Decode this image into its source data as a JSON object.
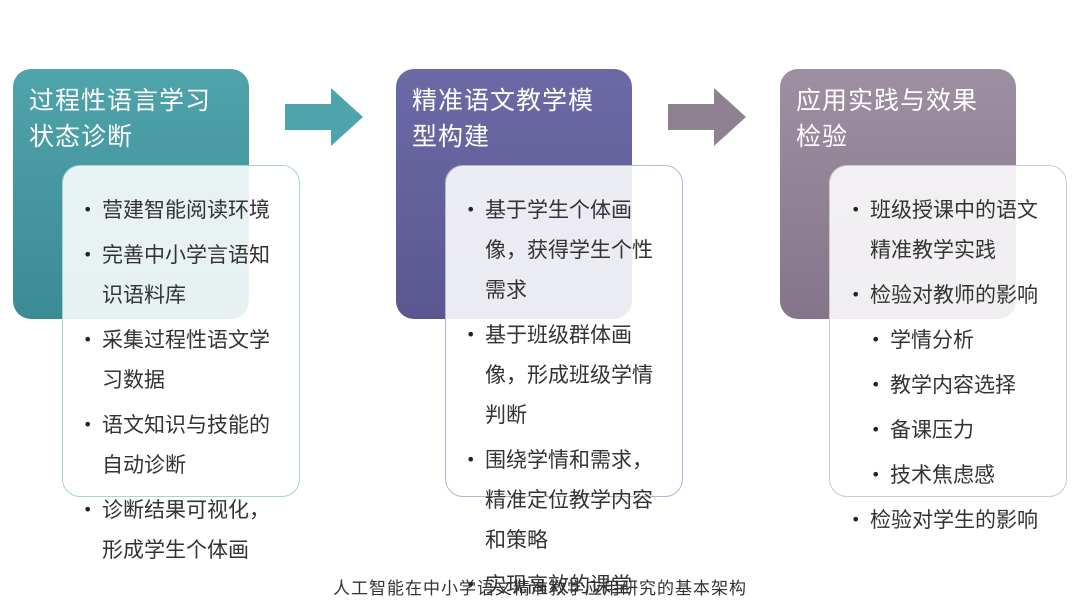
{
  "columns": [
    {
      "title": "过程性语言学习状态诊断",
      "items": [
        {
          "text": "营建智能阅读环境"
        },
        {
          "text": "完善中小学言语知识语料库"
        },
        {
          "text": "采集过程性语文学习数据"
        },
        {
          "text": "语文知识与技能的自动诊断"
        },
        {
          "text": "诊断结果可视化，形成学生个体画"
        }
      ]
    },
    {
      "title": "精准语文教学模型构建",
      "items": [
        {
          "text": "基于学生个体画像，获得学生个性需求"
        },
        {
          "text": "基于班级群体画像，形成班级学情判断"
        },
        {
          "text": "围绕学情和需求，精准定位教学内容和策略"
        },
        {
          "text": "实现高效的课堂"
        }
      ]
    },
    {
      "title": "应用实践与效果检验",
      "items": [
        {
          "text": "班级授课中的语文精准教学实践"
        },
        {
          "text": "检验对教师的影响"
        },
        {
          "text": "学情分析"
        },
        {
          "text": "教学内容选择"
        },
        {
          "text": "备课压力"
        },
        {
          "text": "技术焦虑感"
        },
        {
          "text": "检验对学生的影响"
        }
      ]
    }
  ],
  "caption": "人工智能在中小学语文精准教学应用研究的基本架构",
  "colors": {
    "col1": "#4fa3ab",
    "col2": "#6c6aa6",
    "col3": "#9e8fa2",
    "arrow1": "#4fa3ab",
    "arrow2": "#8f8290"
  }
}
